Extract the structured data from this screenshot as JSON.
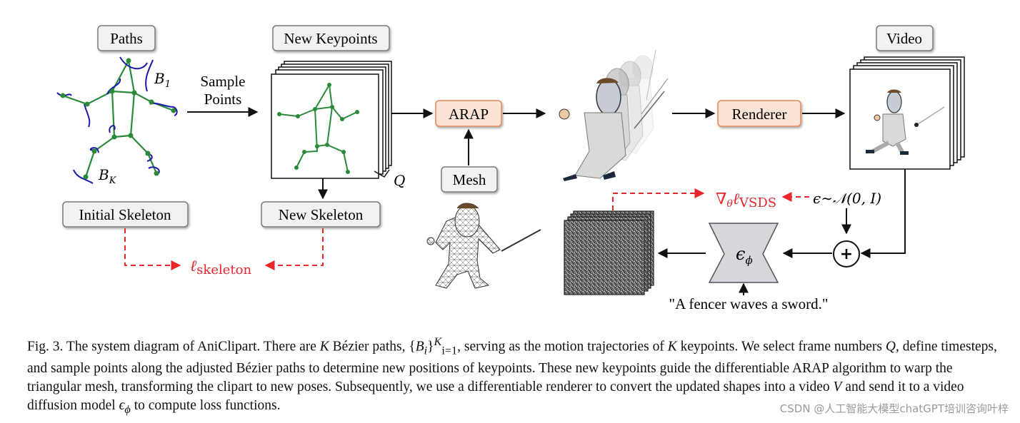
{
  "boxes": {
    "paths": "Paths",
    "new_keypoints": "New Keypoints",
    "initial_skeleton": "Initial Skeleton",
    "new_skeleton": "New Skeleton",
    "arap": "ARAP",
    "mesh": "Mesh",
    "renderer": "Renderer",
    "video": "Video"
  },
  "labels": {
    "sample_points_line1": "Sample",
    "sample_points_line2": "Points",
    "b1": "B",
    "b1_sub": "1",
    "bk": "B",
    "bk_sub": "K",
    "q": "Q",
    "loss_skeleton_l": "ℓ",
    "loss_skeleton_sub": "skeleton",
    "loss_vsds_prefix": "∇",
    "loss_vsds_theta": "θ",
    "loss_vsds_l": "ℓ",
    "loss_vsds_sub": "VSDS",
    "noise": "ϵ∼𝒩(0, I)",
    "epsilon_phi": "ϵ",
    "epsilon_phi_sub": "ϕ",
    "prompt": "\"A fencer waves a sword.\"",
    "plus": "+"
  },
  "colors": {
    "box_fill": "#f2f2f2",
    "box_stroke": "#7a7a7a",
    "orange_fill": "#fbe3d6",
    "orange_stroke": "#e2895a",
    "loss_red": "#e8262c",
    "skeleton_green": "#2a8a3a",
    "path_blue": "#1a1aa8"
  },
  "caption": {
    "p1": "Fig. 3.  The system diagram of AniClipart. There are ",
    "k1": "K",
    "p2": " Bézier paths, {",
    "bi": "B",
    "bi_sub": "i",
    "p3": "}",
    "sup": "K",
    "sub": "i=1",
    "p4": ", serving as the motion trajectories of ",
    "k2": "K",
    "p5": " keypoints. We select frame numbers ",
    "q": "Q",
    "p6": ", define timesteps, and sample points along the adjusted Bézier paths to determine new positions of keypoints. These new keypoints guide the differentiable ARAP algorithm to warp the triangular mesh, transforming the clipart to new poses. Subsequently, we use a differentiable renderer to convert the updated shapes into a video ",
    "v": "V",
    "p7": " and send it to a video diffusion model ",
    "eps": "ϵ",
    "eps_sub": "ϕ",
    "p8": " to compute loss functions."
  },
  "watermark": "CSDN @人工智能大模型chatGPT培训咨询叶梓"
}
